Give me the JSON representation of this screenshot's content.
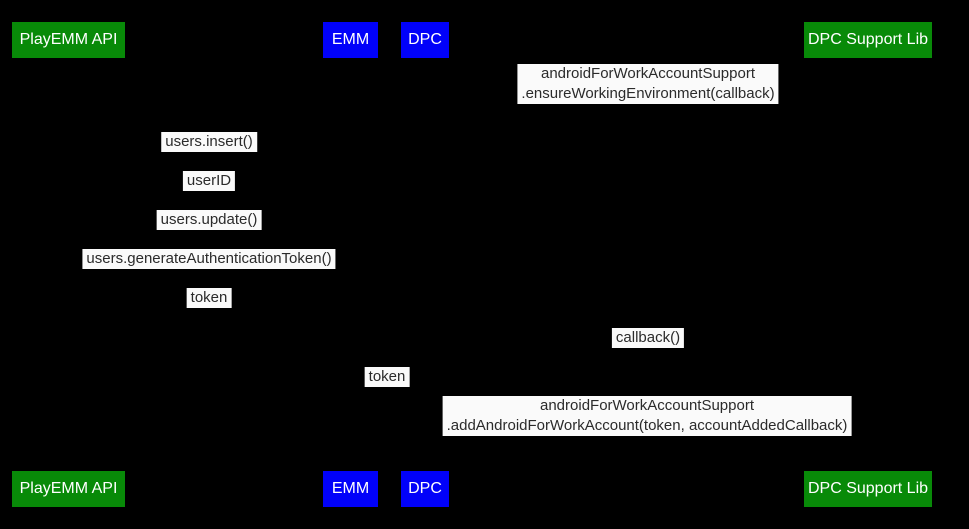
{
  "colors": {
    "background": "#000000",
    "green": "#088a08",
    "blue": "#0101fa",
    "chip_bg": "#fafafa",
    "chip_text": "#2b2b2b",
    "actor_text": "#ffffff"
  },
  "actors": [
    {
      "label": "PlayEMM API",
      "color": "#088a08"
    },
    {
      "label": "EMM",
      "color": "#0101fa"
    },
    {
      "label": "DPC",
      "color": "#0101fa"
    },
    {
      "label": "DPC Support Lib",
      "color": "#088a08"
    }
  ],
  "messages": [
    {
      "line1": "androidForWorkAccountSupport",
      "line2": ".ensureWorkingEnvironment(callback)"
    },
    {
      "line1": "users.insert()"
    },
    {
      "line1": "userID"
    },
    {
      "line1": "users.update()"
    },
    {
      "line1": "users.generateAuthenticationToken()"
    },
    {
      "line1": "token"
    },
    {
      "line1": "callback()"
    },
    {
      "line1": "token"
    },
    {
      "line1": "androidForWorkAccountSupport",
      "line2": ".addAndroidForWorkAccount(token, accountAddedCallback)"
    }
  ]
}
